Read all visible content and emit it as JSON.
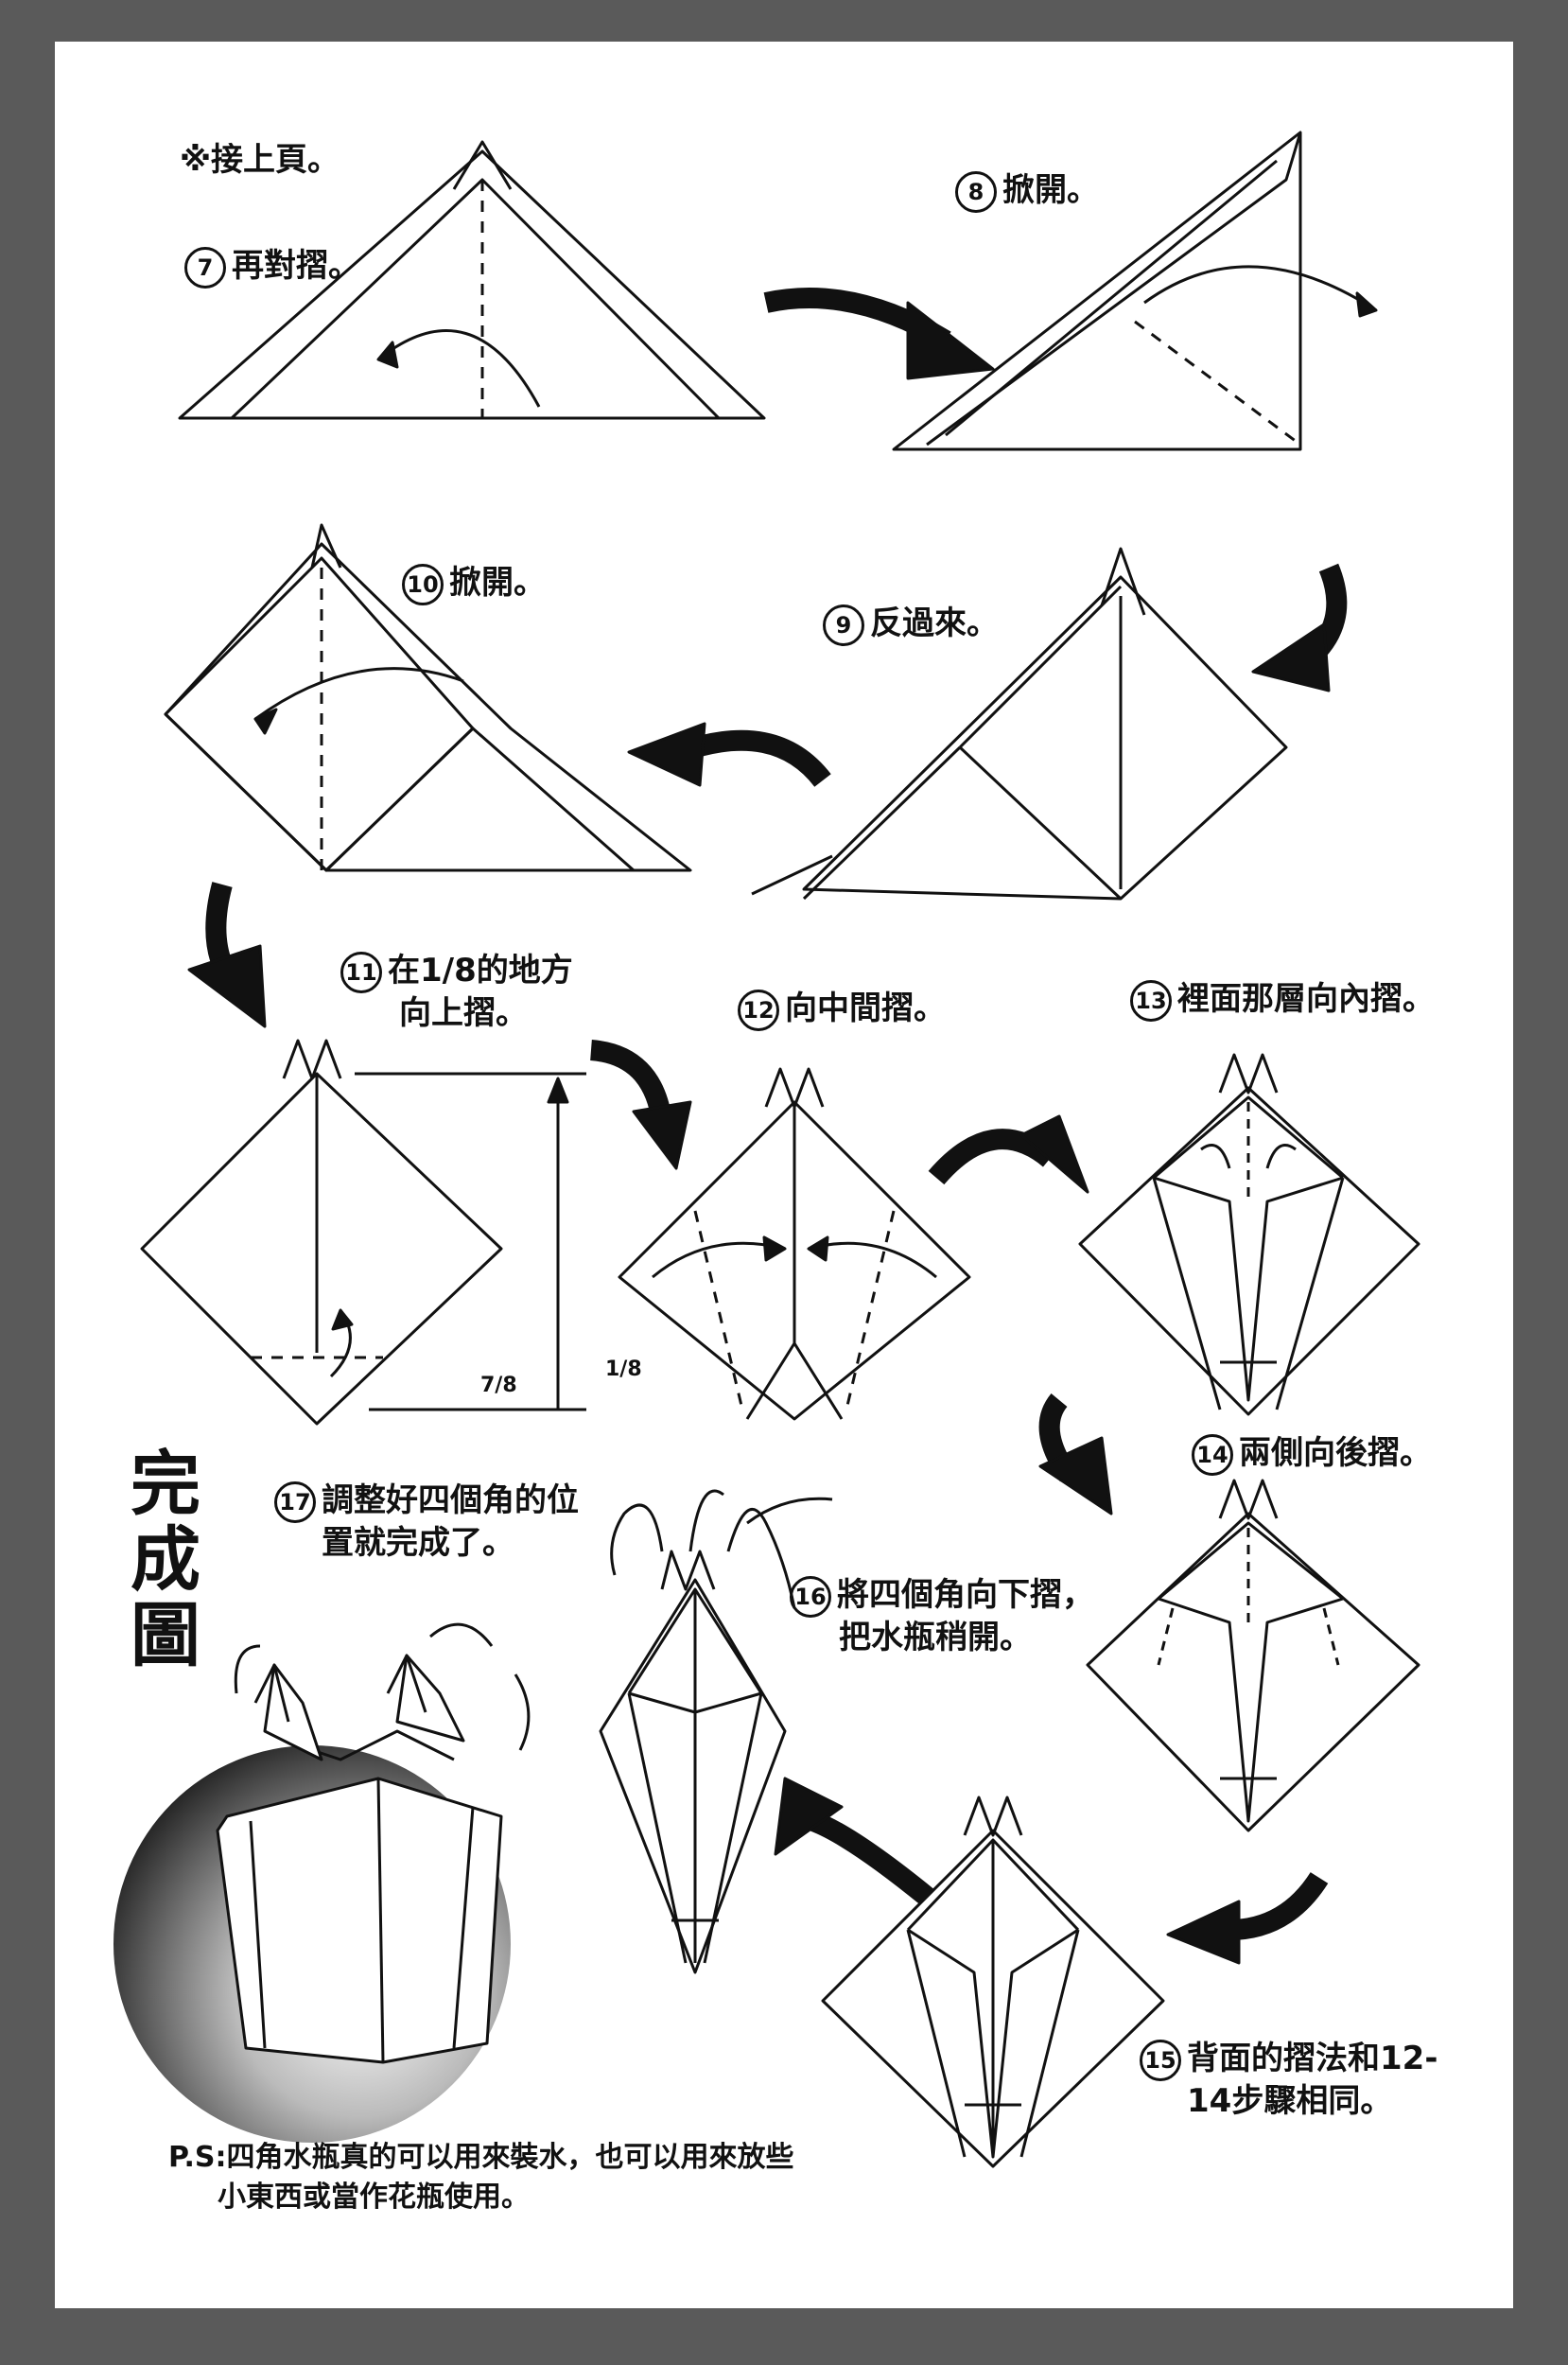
{
  "page": {
    "header_note": "※接上頁。",
    "finished_title": [
      "完",
      "成",
      "圖"
    ],
    "ps_line1": "P.S:四角水瓶真的可以用來裝水，也可以用來放些",
    "ps_line2": "小東西或當作花瓶使用。"
  },
  "steps": [
    {
      "num": "7",
      "line1": "再對摺。",
      "line2": ""
    },
    {
      "num": "8",
      "line1": "掀開。",
      "line2": ""
    },
    {
      "num": "9",
      "line1": "反過來。",
      "line2": ""
    },
    {
      "num": "10",
      "line1": "掀開。",
      "line2": ""
    },
    {
      "num": "11",
      "line1": "在1/8的地方",
      "line2": "向上摺。"
    },
    {
      "num": "12",
      "line1": "向中間摺。",
      "line2": ""
    },
    {
      "num": "13",
      "line1": "裡面那層向內摺。",
      "line2": ""
    },
    {
      "num": "14",
      "line1": "兩側向後摺。",
      "line2": ""
    },
    {
      "num": "15",
      "line1": "背面的摺法和12-",
      "line2": "14步驟相同。"
    },
    {
      "num": "16",
      "line1": "將四個角向下摺，",
      "line2": "把水瓶稍開。"
    },
    {
      "num": "17",
      "line1": "調整好四個角的位",
      "line2": "置就完成了。"
    }
  ],
  "measure": {
    "left": "7/8",
    "right": "1/8"
  },
  "colors": {
    "border": "#5a5a5a",
    "ink": "#111111",
    "paper": "#ffffff"
  }
}
